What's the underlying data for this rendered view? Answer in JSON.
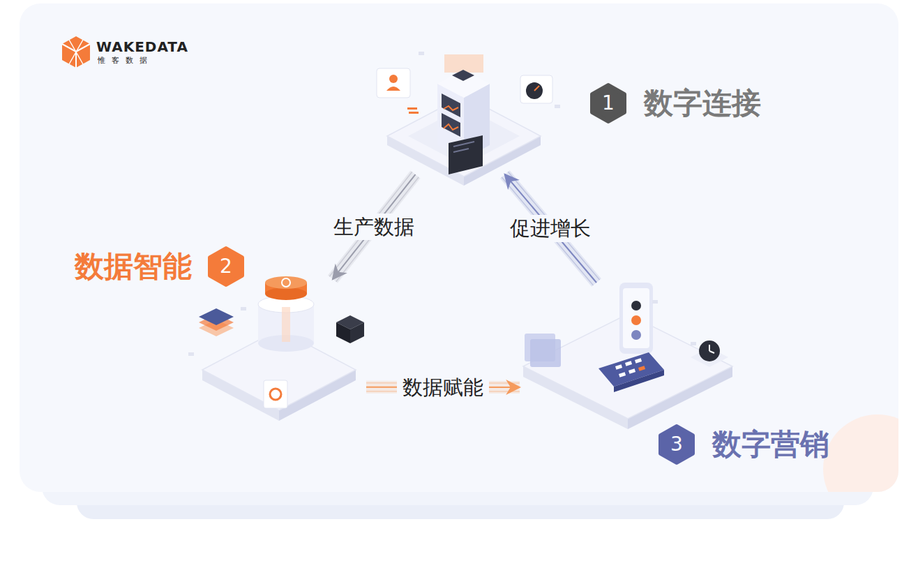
{
  "diagram": {
    "nodes": [
      {
        "text": [
          "1",
          "数字连接"
        ]
      },
      {
        "text": [
          "数据智能",
          "2"
        ]
      },
      {
        "text": [
          "3",
          "数字营销"
        ]
      }
    ],
    "edges": [
      {
        "from": 0,
        "to": 1,
        "arrow": "to",
        "label": "生产数据"
      },
      {
        "from": 1,
        "to": 2,
        "arrow": "to",
        "label": "数据赋能"
      },
      {
        "from": 2,
        "to": 0,
        "arrow": "to",
        "label": "促进增长"
      }
    ],
    "labels": [
      "WAKEDATA",
      "惟客数据"
    ]
  }
}
